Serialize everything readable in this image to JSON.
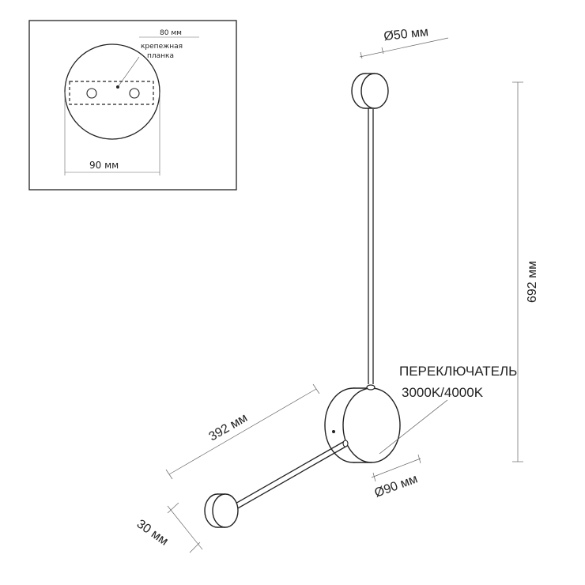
{
  "inset": {
    "mount_plate_width": "80 мм",
    "mount_plate_label_line1": "крепежная",
    "mount_plate_label_line2": "планка",
    "base_diameter": "90 мм"
  },
  "dimensions": {
    "top_lamp_diameter": "Ø50 мм",
    "total_height": "692 мм",
    "arm_length": "392 мм",
    "base_diameter": "Ø90 мм",
    "lamp_depth": "30 мм"
  },
  "switch_label": {
    "line1": "ПЕРЕКЛЮЧАТЕЛЬ",
    "line2": "3000K/4000K"
  }
}
